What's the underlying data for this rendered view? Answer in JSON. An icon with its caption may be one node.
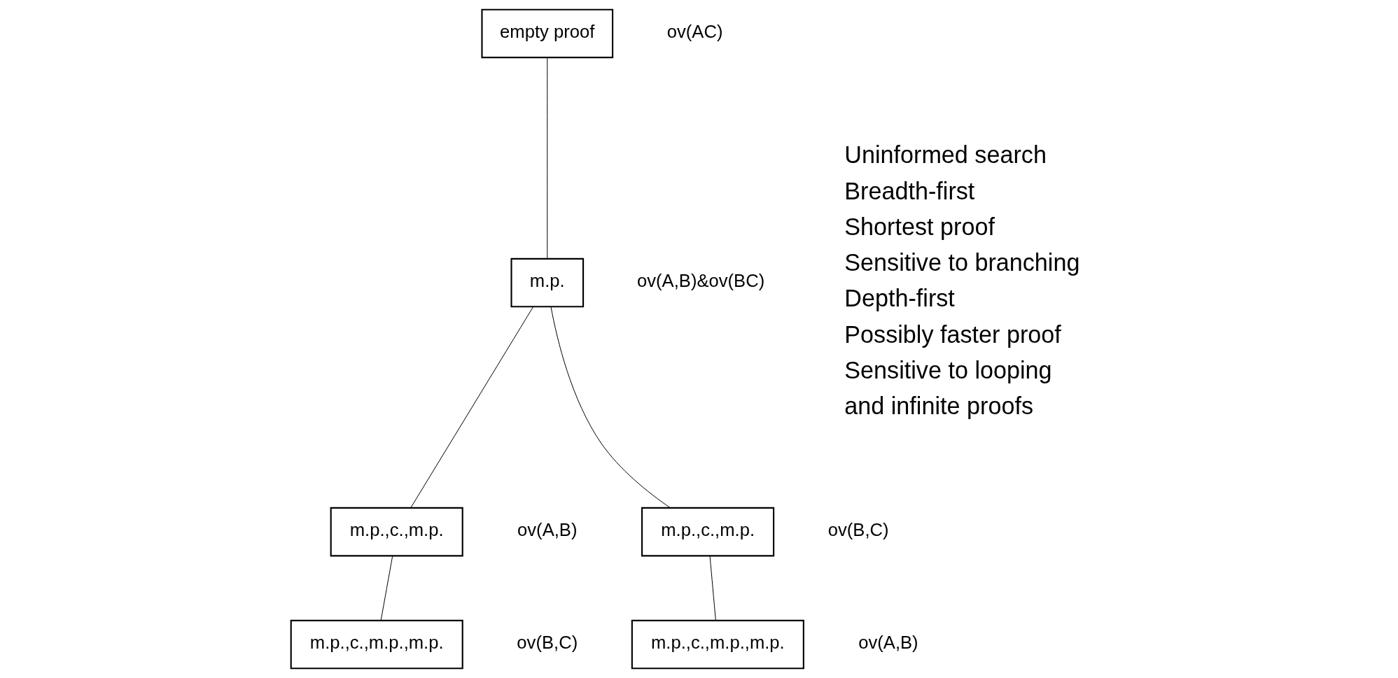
{
  "diagram": {
    "nodes": [
      {
        "text": [
          "empty proof"
        ],
        "beside": [
          "ov(AC)"
        ]
      },
      {
        "text": [
          "m.p."
        ],
        "beside": [
          "ov(A,B)&ov(BC)"
        ]
      },
      {
        "text": [
          "m.p.,c.,m.p."
        ],
        "beside": [
          "ov(A,B)"
        ]
      },
      {
        "text": [
          "m.p.,c.,m.p."
        ],
        "beside": [
          "ov(B,C)"
        ]
      },
      {
        "text": [
          "m.p.,c.,m.p.,m.p."
        ],
        "beside": [
          "ov(B,C)"
        ]
      },
      {
        "text": [
          "m.p.,c.,m.p.,m.p."
        ],
        "beside": [
          "ov(A,B)"
        ]
      }
    ],
    "edges": [
      {
        "from": 0,
        "to": 1,
        "arrow": "none"
      },
      {
        "from": 1,
        "to": 2,
        "arrow": "none"
      },
      {
        "from": 1,
        "to": 3,
        "arrow": "none"
      },
      {
        "from": 2,
        "to": 4,
        "arrow": "none"
      },
      {
        "from": 3,
        "to": 5,
        "arrow": "none"
      }
    ],
    "labels": [
      "Uninformed search",
      "Breadth-first",
      "Shortest proof",
      "Sensitive to branching",
      "Depth-first",
      "Possibly faster proof",
      "Sensitive to looping",
      "and infinite proofs"
    ]
  }
}
